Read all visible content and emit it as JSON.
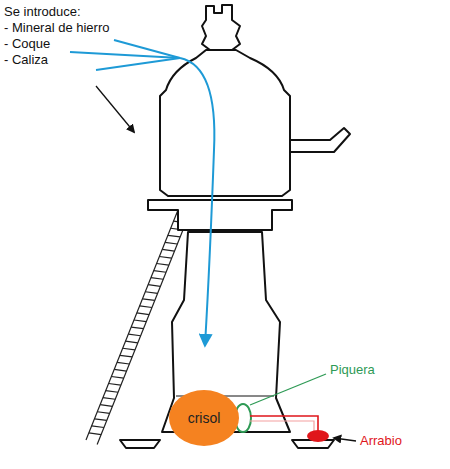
{
  "diagram": {
    "nodes": [
      {
        "text": [
          "crisol"
        ]
      }
    ],
    "labels": [
      "Se introduce:",
      "- Mineral de hierro",
      "- Coque",
      "- Caliza",
      "Piquera",
      "Arrabio"
    ]
  }
}
